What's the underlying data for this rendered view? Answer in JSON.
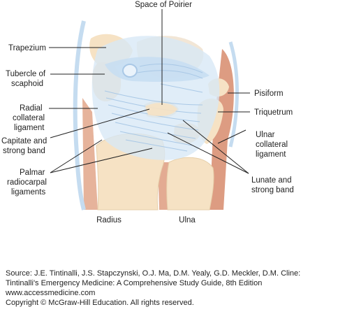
{
  "labels": {
    "space_of_poirier": "Space of Poirier",
    "trapezium": "Trapezium",
    "tubercle_line1": "Tubercle of",
    "tubercle_line2": "scaphoid",
    "radial_line1": "Radial",
    "radial_line2": "collateral",
    "radial_line3": "ligament",
    "capitate_line1": "Capitate and",
    "capitate_line2": "strong band",
    "palmar_line1": "Palmar",
    "palmar_line2": "radiocarpal",
    "palmar_line3": "ligaments",
    "pisiform": "Pisiform",
    "triquetrum": "Triquetrum",
    "ulnar_line1": "Ulnar",
    "ulnar_line2": "collateral",
    "ulnar_line3": "ligament",
    "lunate_line1": "Lunate and",
    "lunate_line2": "strong band",
    "radius": "Radius",
    "ulna": "Ulna"
  },
  "source": {
    "line1": "Source: J.E. Tintinalli, J.S. Stapczynski, O.J. Ma, D.M. Yealy, G.D. Meckler, D.M. Cline:",
    "line2": "Tintinalli's Emergency Medicine: A Comprehensive Study Guide, 8th Edition",
    "line3": "www.accessmedicine.com",
    "line4": "Copyright © McGraw-Hill Education.  All rights reserved."
  },
  "colors": {
    "bone": "#f6e2c4",
    "ligament": "#d7e8f6",
    "ligament_line": "#a9c8e6",
    "muscle": "#dfa38a",
    "outline": "#bcd6ee"
  }
}
